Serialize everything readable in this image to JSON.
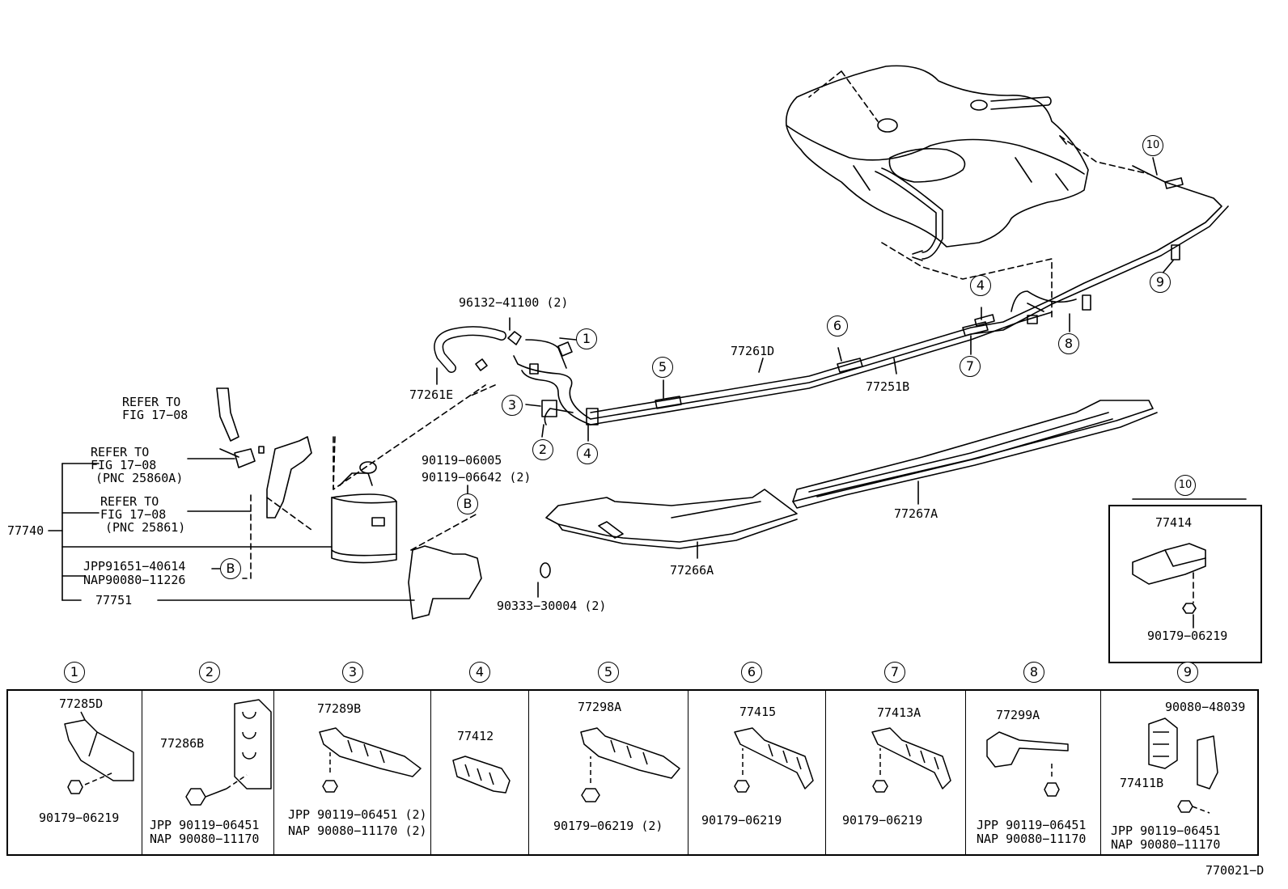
{
  "callouts": {
    "c1": "1",
    "c2": "2",
    "c3": "3",
    "c4": "4",
    "c5": "5",
    "c6": "6",
    "c7": "7",
    "c8": "8",
    "c9": "9",
    "c10": "10",
    "cB": "B"
  },
  "main": {
    "p96132": "96132−41100 (2)",
    "p77261E": "77261E",
    "p77261D": "77261D",
    "p77251B": "77251B",
    "p77267A": "77267A",
    "p77266A": "77266A",
    "p90119_06005": "90119−06005",
    "p90119_06642": "90119−06642 (2)",
    "p90333": "90333−30004 (2)",
    "p77740": "77740",
    "p77751": "77751",
    "jpp_91651": "JPP91651−40614",
    "nap_90080": "NAP90080−11226",
    "refer1_a": "REFER TO",
    "refer1_b": "FIG 17−08",
    "refer2_a": "REFER TO",
    "refer2_b": "FIG 17−08",
    "refer2_c": "(PNC 25860A)",
    "refer3_a": "REFER TO",
    "refer3_b": "FIG 17−08",
    "refer3_c": "(PNC 25861)"
  },
  "inset10": {
    "p77414": "77414",
    "p90179": "90179−06219"
  },
  "details": [
    {
      "num": "1",
      "parts": [
        "77285D",
        "90179−06219"
      ]
    },
    {
      "num": "2",
      "parts": [
        "77286B",
        "JPP 90119−06451",
        "NAP 90080−11170"
      ]
    },
    {
      "num": "3",
      "parts": [
        "77289B",
        "JPP 90119−06451 (2)",
        "NAP 90080−11170 (2)"
      ]
    },
    {
      "num": "4",
      "parts": [
        "77412"
      ]
    },
    {
      "num": "5",
      "parts": [
        "77298A",
        "90179−06219 (2)"
      ]
    },
    {
      "num": "6",
      "parts": [
        "77415",
        "90179−06219"
      ]
    },
    {
      "num": "7",
      "parts": [
        "77413A",
        "90179−06219"
      ]
    },
    {
      "num": "8",
      "parts": [
        "77299A",
        "JPP 90119−06451",
        "NAP 90080−11170"
      ]
    },
    {
      "num": "9",
      "parts": [
        "90080−48039",
        "77411B",
        "JPP 90119−06451",
        "NAP 90080−11170"
      ]
    }
  ],
  "figure_id": "770021−D"
}
